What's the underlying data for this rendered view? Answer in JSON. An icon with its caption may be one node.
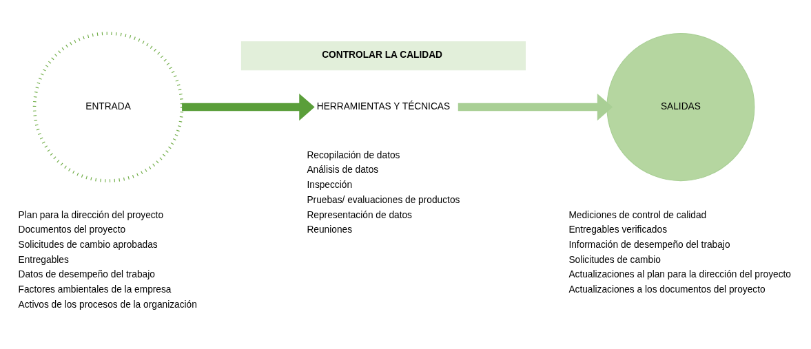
{
  "diagram": {
    "nodes": [
      {
        "text": [
          "CONTROLAR LA CALIDAD"
        ]
      },
      {
        "text": [
          "ENTRADA"
        ],
        "beside": [
          "Plan para la dirección del proyecto",
          "Documentos del proyecto",
          "Solicitudes de cambio aprobadas",
          "Entregables",
          "Datos de desempeño del trabajo",
          "Factores ambientales de la empresa",
          "Activos de los procesos de la organización"
        ]
      },
      {
        "text": [
          "HERRAMIENTAS Y TÉCNICAS"
        ],
        "beside": [
          "Recopilación de datos",
          "Análisis de datos",
          "Inspección",
          "Pruebas/ evaluaciones de productos",
          "Representación de datos",
          "Reuniones"
        ]
      },
      {
        "text": [
          "SALIDAS"
        ],
        "beside": [
          "Mediciones de control de calidad",
          "Entregables verificados",
          "Información de desempeño del trabajo",
          "Solicitudes de cambio",
          "Actualizaciones al plan para la dirección del proyecto",
          "Actualizaciones a los documentos del proyecto"
        ]
      }
    ],
    "edges": [
      {
        "from": 1,
        "to": 2,
        "arrow": "to",
        "color": "#5a9e3a"
      },
      {
        "from": 2,
        "to": 3,
        "arrow": "to",
        "color": "#a9cf95"
      }
    ]
  }
}
